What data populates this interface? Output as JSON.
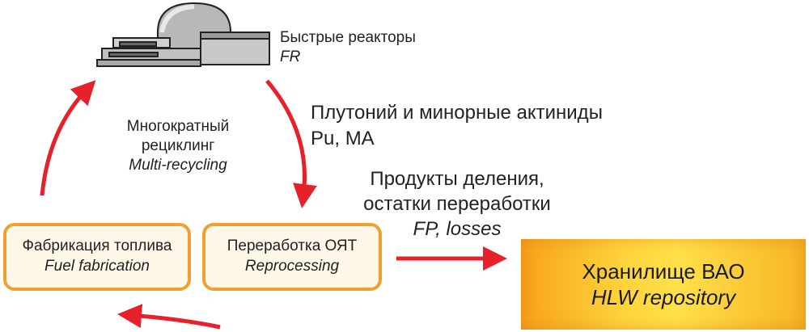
{
  "reactor": {
    "label_ru": "Быстрые реакторы",
    "label_en": "FR"
  },
  "pu_ma": {
    "line1": "Плутоний и минорные актиниды",
    "line2": "Pu, MA"
  },
  "recycling": {
    "line1": "Многократный",
    "line2": "рециклинг",
    "line3_en": "Multi-recycling"
  },
  "fission_products": {
    "line1": "Продукты деления,",
    "line2": "остатки переработки",
    "line3_en": "FP, losses"
  },
  "fabrication": {
    "label_ru": "Фабрикация топлива",
    "label_en": "Fuel fabrication"
  },
  "reprocessing": {
    "label_ru": "Переработка ОЯТ",
    "label_en": "Reprocessing"
  },
  "repository": {
    "label_ru": "Хранилище ВАО",
    "label_en": "HLW repository"
  },
  "colors": {
    "arrow": "#e8202a",
    "box_border": "#f0a030",
    "repo_gradient": [
      "#f7a21b",
      "#ffe14a"
    ]
  }
}
